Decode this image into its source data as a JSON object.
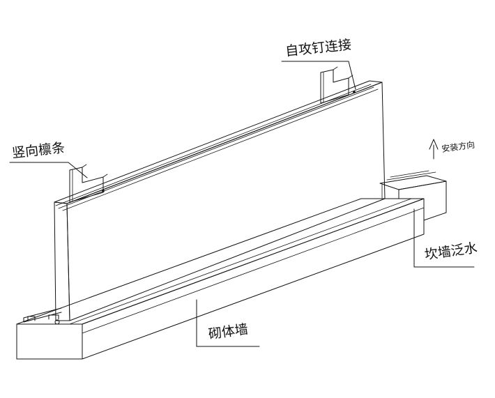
{
  "labels": {
    "self_tapping_screw": "自攻钉连接",
    "vertical_purlin": "竖向檩条",
    "install_direction": "安装方向",
    "wall_flashing": "坎墙泛水",
    "masonry_wall": "砌体墙"
  },
  "colors": {
    "line": "#111111",
    "background": "#ffffff"
  },
  "icons": {
    "direction_arrow": "arrow-up-icon"
  }
}
